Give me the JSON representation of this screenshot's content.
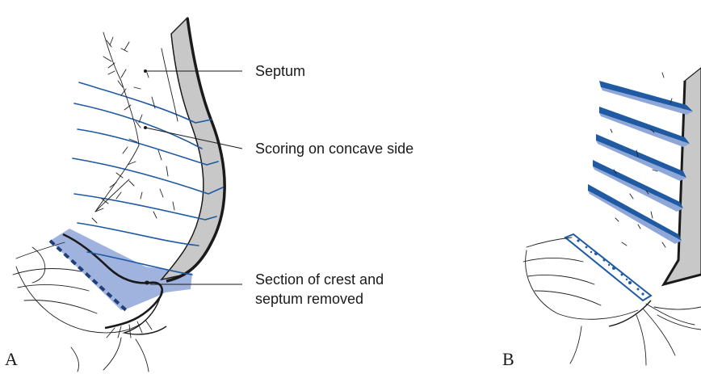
{
  "panels": {
    "a": {
      "letter": "A"
    },
    "b": {
      "letter": "B"
    }
  },
  "labels": {
    "septum": "Septum",
    "scoring": "Scoring on concave side",
    "section_line1": "Section of crest and",
    "section_line2": "septum removed"
  },
  "colors": {
    "scoring": "#1f5aa3",
    "removed_section": "#8fa6d9",
    "septum_fill": "#c8c8c8",
    "outline": "#1a1a1a"
  }
}
